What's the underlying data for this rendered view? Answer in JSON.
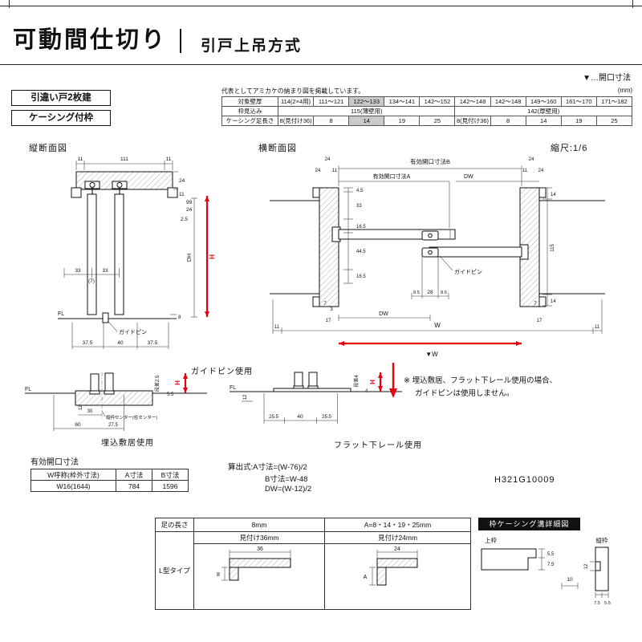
{
  "colors": {
    "accent_red": "#e60012",
    "shade_gray": "#c9c9c9",
    "line": "#111111"
  },
  "header": {
    "title": "可動間仕切り",
    "subtitle": "引戸上吊方式",
    "opening_legend": "▼…開口寸法"
  },
  "badges": {
    "door_type": "引違い戸2枚建",
    "frame_type": "ケーシング付枠"
  },
  "spec_table": {
    "note": "代表としてアミカケの納まり図を掲載しています。",
    "unit": "(mm)",
    "wall_label": "対象壁厚",
    "wall": [
      "114(2×4用)",
      "111〜121",
      "122〜133",
      "134〜141",
      "142〜152",
      "142〜148",
      "142〜148",
      "149〜160",
      "161〜170",
      "171〜182"
    ],
    "depth_label": "枠見込み",
    "depth_thin": "115(薄壁用)",
    "depth_thick": "142(厚壁用)",
    "casing_label": "ケーシング足長さ",
    "casing": [
      "8(見付け36)",
      "8",
      "14",
      "19",
      "25",
      "8(見付け36)",
      "8",
      "14",
      "19",
      "25"
    ]
  },
  "sections": {
    "vertical_title": "縦断面図",
    "horizontal_title": "横断面図",
    "scale_label": "縮尺:1/6",
    "guide_pin_caption": "ガイドピン使用",
    "sill_caption": "埋込敷居使用",
    "flat_rail_caption": "フラット下レール使用"
  },
  "vs": {
    "top": [
      "11",
      "111",
      "11"
    ],
    "right": [
      "24",
      "11",
      "99",
      "24",
      "2.5"
    ],
    "dh": "DH",
    "h": "H",
    "mid": [
      "33",
      "33",
      "(7)"
    ],
    "fl": "FL",
    "pin_label": "ガイドピン",
    "bottom": [
      "37.5",
      "40",
      "37.5"
    ],
    "gap": "8"
  },
  "hs": {
    "b_label": "有効開口寸法B",
    "a_label": "有効開口寸法A",
    "dw_top": "DW",
    "dw_bottom": "DW",
    "top_left": [
      "24",
      "24",
      "11"
    ],
    "top_right": [
      "24",
      "11",
      "24"
    ],
    "left_col": [
      "4.5",
      "33",
      "16.5",
      "44.5",
      "16.5"
    ],
    "right_col": [
      "14",
      "115",
      "14"
    ],
    "pin_label": "ガイドピン",
    "pin_dims": [
      "8.5",
      "28",
      "8.5"
    ],
    "bl_dims": [
      "7",
      "3",
      "17"
    ],
    "br_dims": [
      "7",
      "17"
    ],
    "w_row": [
      "11",
      "W",
      "11"
    ],
    "w_mark": "▼W"
  },
  "sill": {
    "fl": "FL",
    "step": "段差2.5",
    "d55": "5.5",
    "h": "H",
    "d12": "12",
    "d30": "30",
    "d60": "60",
    "d275": "27.5",
    "center_label": "縦枠センター(柱センター)"
  },
  "flat": {
    "fl": "FL",
    "step": "段差4",
    "d4": "4",
    "h": "H",
    "d12": "12",
    "dims": [
      "25.5",
      "40",
      "25.5"
    ]
  },
  "note": {
    "line1": "※ 埋込敷居、フラット下レール使用の場合、",
    "line2": "ガイドピンは使用しません。"
  },
  "opening_table": {
    "title": "有効開口寸法",
    "headers": [
      "W呼称(枠外寸法)",
      "A寸法",
      "B寸法"
    ],
    "row": [
      "W16(1644)",
      "784",
      "1596"
    ]
  },
  "formulas": {
    "line1": "算出式:A寸法=(W-76)/2",
    "line2": "B寸法=W-48",
    "line3": "DW=(W-12)/2"
  },
  "doc_code": "H321G10009",
  "leg_table": {
    "leg_label": "足の長さ",
    "col8": "8mm",
    "colA": "A=8・14・19・25mm",
    "face36": "見付け36mm",
    "face24": "見付け24mm",
    "l_type": "L型タイプ",
    "d36": "36",
    "d8": "8",
    "d24": "24",
    "dA": "A"
  },
  "detail_box": {
    "title": "枠ケーシング溝詳細図",
    "top_frame": "上枠",
    "side_frame": "縦枠",
    "d55a": "5.5",
    "d75a": "7.5",
    "d10": "10",
    "d12": "12",
    "d75b": "7.5",
    "d55b": "5.5"
  }
}
